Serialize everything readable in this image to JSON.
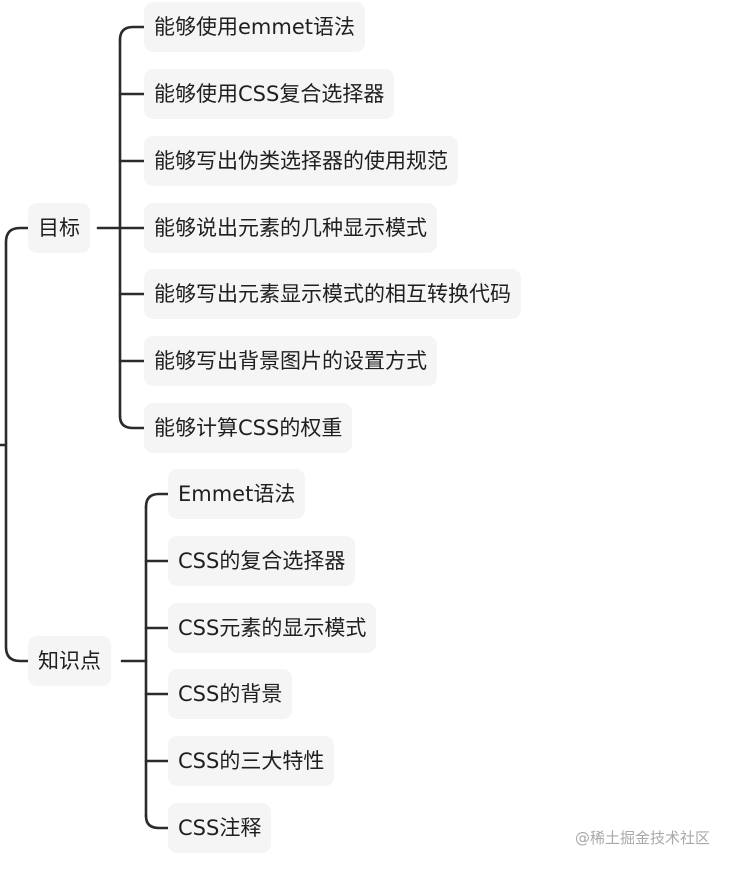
{
  "mindmap": {
    "branches": [
      {
        "label": "目标",
        "children": [
          "能够使用emmet语法",
          "能够使用CSS复合选择器",
          "能够写出伪类选择器的使用规范",
          "能够说出元素的几种显示模式",
          "能够写出元素显示模式的相互转换代码",
          "能够写出背景图片的设置方式",
          "能够计算CSS的权重"
        ]
      },
      {
        "label": "知识点",
        "children": [
          "Emmet语法",
          "CSS的复合选择器",
          "CSS元素的显示模式",
          "CSS的背景",
          "CSS的三大特性",
          "CSS注释"
        ]
      }
    ],
    "line_color": "#2b2b2b",
    "node_fill": "#f5f5f5"
  },
  "watermark": "@稀土掘金技术社区"
}
